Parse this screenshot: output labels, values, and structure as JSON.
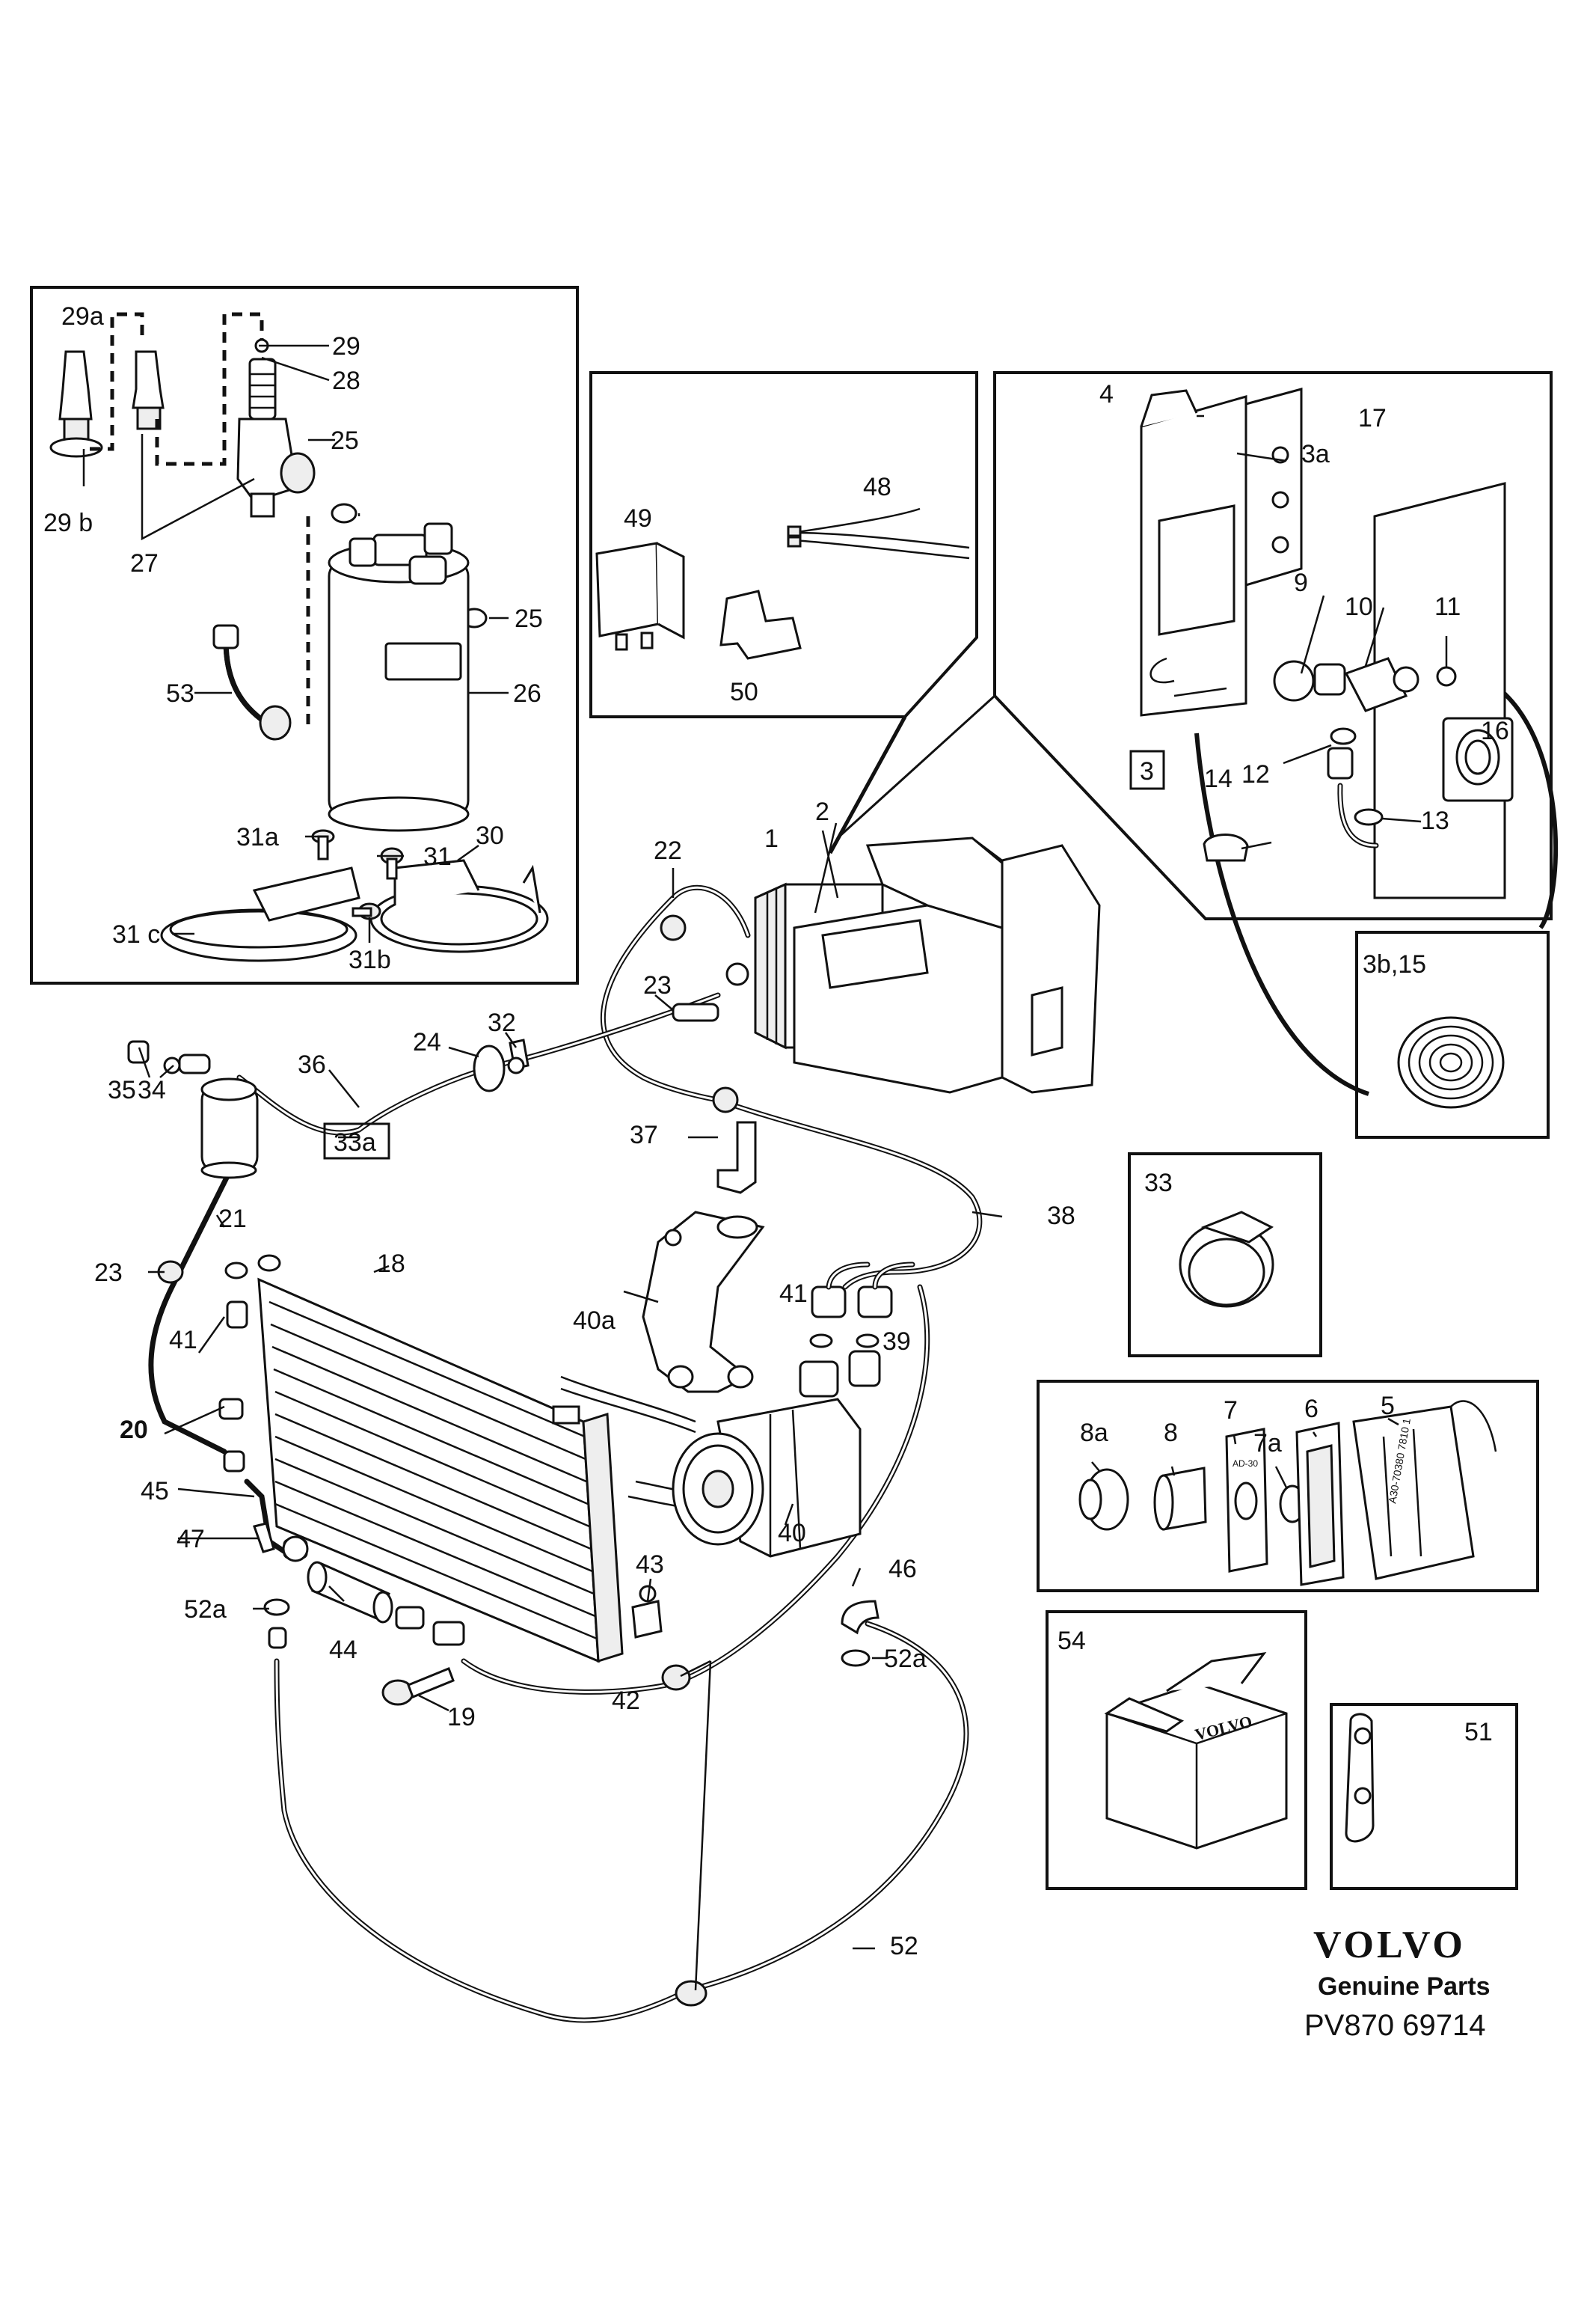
{
  "brand": {
    "logo_text": "VOLVO",
    "subtitle": "Genuine Parts",
    "code": "PV870 69714"
  },
  "callouts": {
    "c1": "1",
    "c2": "2",
    "c3": "3",
    "c3a": "3a",
    "c3b15": "3b,15",
    "c4": "4",
    "c5": "5",
    "c6": "6",
    "c7": "7",
    "c7a": "7a",
    "c8": "8",
    "c8a": "8a",
    "c9": "9",
    "c10": "10",
    "c11": "11",
    "c12": "12",
    "c13": "13",
    "c14": "14",
    "c15": "15",
    "c16": "16",
    "c17": "17",
    "c18": "18",
    "c19": "19",
    "c20": "20",
    "c21": "21",
    "c22": "22",
    "c23a": "23",
    "c23b": "23",
    "c24": "24",
    "c25a": "25",
    "c25b": "25",
    "c26": "26",
    "c27": "27",
    "c28": "28",
    "c29": "29",
    "c29a": "29a",
    "c29b": "29 b",
    "c30": "30",
    "c31": "31",
    "c31a": "31a",
    "c31b": "31b",
    "c31c": "31 c",
    "c32": "32",
    "c33": "33",
    "c33a": "33a",
    "c34": "34",
    "c35": "35",
    "c36": "36",
    "c37": "37",
    "c38": "38",
    "c39": "39",
    "c40": "40",
    "c40a": "40a",
    "c41a": "41",
    "c41b": "41",
    "c42": "42",
    "c43": "43",
    "c44": "44",
    "c45": "45",
    "c46": "46",
    "c47": "47",
    "c48": "48",
    "c49": "49",
    "c50": "50",
    "c51": "51",
    "c52": "52",
    "c52a1": "52a",
    "c52a2": "52a",
    "c53": "53",
    "c54": "54"
  },
  "stamps": {
    "sensor_label": "A30-70380  7810 1",
    "switch_plate": "AD-30",
    "box_brand": "VOLVO"
  }
}
